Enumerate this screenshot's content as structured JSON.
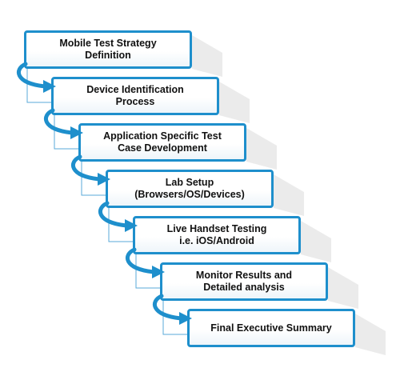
{
  "steps": [
    "Mobile Test Strategy\nDefinition",
    "Device Identification\nProcess",
    "Application Specific Test\nCase Development",
    "Lab Setup\n(Browsers/OS/Devices)",
    "Live Handset Testing\ni.e. iOS/Android",
    "Monitor Results and\nDetailed analysis",
    "Final Executive Summary"
  ],
  "colors": {
    "accent": "#1e8fcc",
    "shadow": "#d2d2d2",
    "connector": "#5aaad8"
  }
}
